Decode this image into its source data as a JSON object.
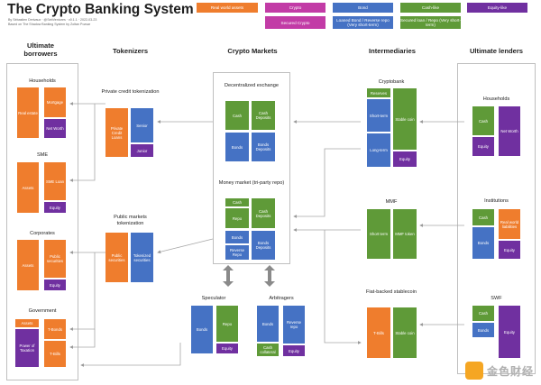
{
  "header": {
    "title": "The Crypto Banking System",
    "byline": "By Sébastien Derivaux · @SebVentures · v0.1.1 · 2022-03-23",
    "based_on": "Based on The Shadow Banking System by Zoltan Pozsar"
  },
  "legend": [
    {
      "label": "Real world assets",
      "color": "#ef7d2d"
    },
    {
      "label": "Crypto",
      "color": "#c23ba6"
    },
    {
      "label": "Bond",
      "color": "#4572c4"
    },
    {
      "label": "Cash-like",
      "color": "#5f9a38"
    },
    {
      "label": "Equity-like",
      "color": "#7030a0"
    },
    {
      "label": "Secured Crypto",
      "color": "#c23ba6"
    },
    {
      "label": "Loaned Bond / Reverse repo (Very short-term)",
      "color": "#4572c4"
    },
    {
      "label": "Secured loan / Repo (Very short-term)",
      "color": "#5f9a38"
    }
  ],
  "columns": {
    "borrowers": "Ultimate borrowers",
    "tokenizers": "Tokenizers",
    "markets": "Crypto Markets",
    "intermediaries": "Intermediaries",
    "lenders": "Ultimate lenders"
  },
  "borrowers": {
    "households": {
      "title": "Households",
      "real_estate": "Real estate",
      "mortgage": "Mortgage",
      "net_worth": "Net Worth"
    },
    "sme": {
      "title": "SME",
      "assets": "Assets",
      "sme_loan": "SME Loan",
      "equity": "Equity"
    },
    "corporates": {
      "title": "Corporates",
      "assets": "Assets",
      "public_securities": "Public securities",
      "equity": "Equity"
    },
    "government": {
      "title": "Government",
      "assets": "Assets",
      "power": "Power of Taxation",
      "tbonds": "T-Bonds",
      "tbills": "T-Bills"
    }
  },
  "tokenizers": {
    "private": {
      "title": "Private credit tokenization",
      "loans": "Private Credit Loans",
      "senior": "Senior",
      "junior": "Junior"
    },
    "public": {
      "title": "Public markets tokenization",
      "securities": "Public securities",
      "tokenized": "Tokenized securities"
    }
  },
  "markets": {
    "dex": {
      "title": "Decentralized exchange",
      "cash": "Cash",
      "cash_deposits": "Cash Deposits",
      "bonds": "Bonds",
      "bonds_deposits": "Bonds Deposits"
    },
    "mm": {
      "title": "Money market (tri-party repo)",
      "cash": "Cash",
      "repo": "Repo",
      "cash_deposits": "Cash Deposits",
      "bonds": "Bonds",
      "reverse_repo": "Reverse Repo",
      "bonds_deposits": "Bonds Deposits"
    },
    "speculator": {
      "title": "Speculator",
      "bonds": "Bonds",
      "repo": "Repo",
      "equity": "Equity"
    },
    "arbitragers": {
      "title": "Arbitragers",
      "bonds": "Bonds",
      "reverse_repo": "Reverse repo",
      "cash_collateral": "Cash collateral",
      "equity": "Equity"
    }
  },
  "intermediaries": {
    "cryptobank": {
      "title": "Cryptobank",
      "reserves": "Reserves",
      "short_term": "Short-term",
      "long_term": "Long-term",
      "stablecoin": "Stable coin",
      "equity": "Equity"
    },
    "mmf": {
      "title": "MMF",
      "short_term": "Short term",
      "mmf_token": "MMF token"
    },
    "fiat": {
      "title": "Fiat-backed stablecoin",
      "tbills": "T-Bills",
      "stablecoin": "Stable coin"
    }
  },
  "lenders": {
    "households": {
      "title": "Households",
      "cash": "Cash",
      "net_worth": "Net Worth",
      "equity": "Equity"
    },
    "institutions": {
      "title": "Institutions",
      "cash": "Cash",
      "liabilities": "Real world liabilities",
      "bonds": "Bonds",
      "equity": "Equity"
    },
    "swf": {
      "title": "SWF",
      "cash": "Cash",
      "bonds": "Bonds",
      "equity": "Equity"
    }
  },
  "watermark": "金色财经"
}
